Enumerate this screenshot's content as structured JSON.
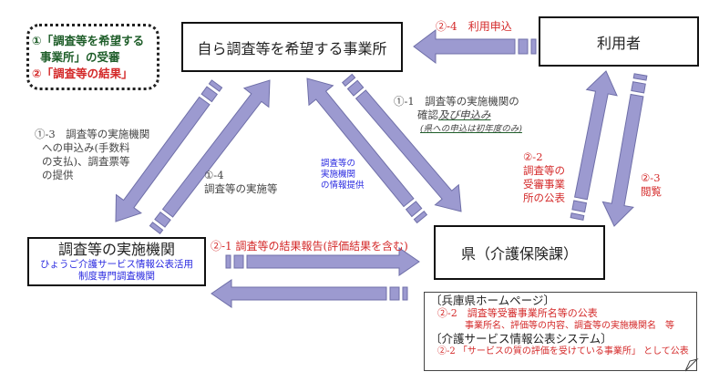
{
  "colors": {
    "arrow_fill": "#9c9ad0",
    "arrow_stroke": "#6f6fa8",
    "green_text": "#1f5e2a",
    "red_text": "#d42a2a",
    "blue_text": "#2a2ae0"
  },
  "legend": {
    "line1": "①「調査等を希望する",
    "line2": "事業所」の受審",
    "line3": "②「調査等の結果」"
  },
  "nodes": {
    "applicant": "自ら調査等を希望する事業所",
    "user": "利用者",
    "agency_title": "調査等の実施機関",
    "agency_sub1": "ひょうご介護サービス情報公表活用",
    "agency_sub2": "制度専門調査機関",
    "prefecture": "県（介護保険課）"
  },
  "labels": {
    "step_2_4": "②-4　利用申込",
    "step_1_3": [
      "①-3　調査等の実施機関",
      "への申込み(手数料",
      "の支払)、調査票等",
      "の提供"
    ],
    "step_1_4": [
      "①-4",
      "調査等の実施等"
    ],
    "info": [
      "調査等の",
      "実施機関",
      "の情報提供"
    ],
    "step_1_1_a": "①-1　調査等の実施機関の",
    "step_1_1_b_plain": "確認",
    "step_1_1_b_under": "及び申込み",
    "step_1_1_c": "(県への申込は初年度のみ)",
    "step_2_2": [
      "②-2",
      "調査等の",
      "受審事業",
      "所の公表"
    ],
    "step_2_3": [
      "②-3",
      "閲覧"
    ],
    "step_2_1": "②-1 調査等の結果報告(評価結果を含む)"
  },
  "note": {
    "hp_heading": "〔兵庫県ホームページ〕",
    "hp_line1": "②-2　調査等受審事業所名等の公表",
    "hp_line2": "事業所名、評価等の内容、調査等の実施機関名　等",
    "sys_heading": "〔介護サービス情報公表システム〕",
    "sys_line1": "②-2 「サービスの質の評価を受けている事業所」 として公表"
  }
}
